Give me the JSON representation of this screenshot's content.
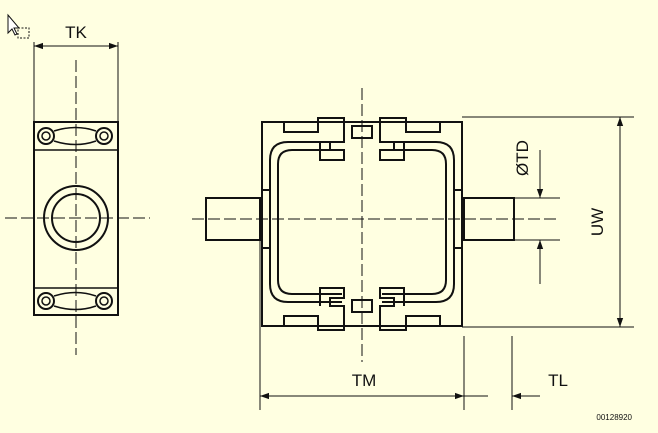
{
  "labels": {
    "tk": "TK",
    "td": "ØTD",
    "uw": "UW",
    "tm": "TM",
    "tl": "TL",
    "code": "00128920"
  },
  "icons": {
    "cursor": "mouse-pointer-selection-icon"
  },
  "colors": {
    "background": "#ffffe1",
    "line": "#111111"
  }
}
